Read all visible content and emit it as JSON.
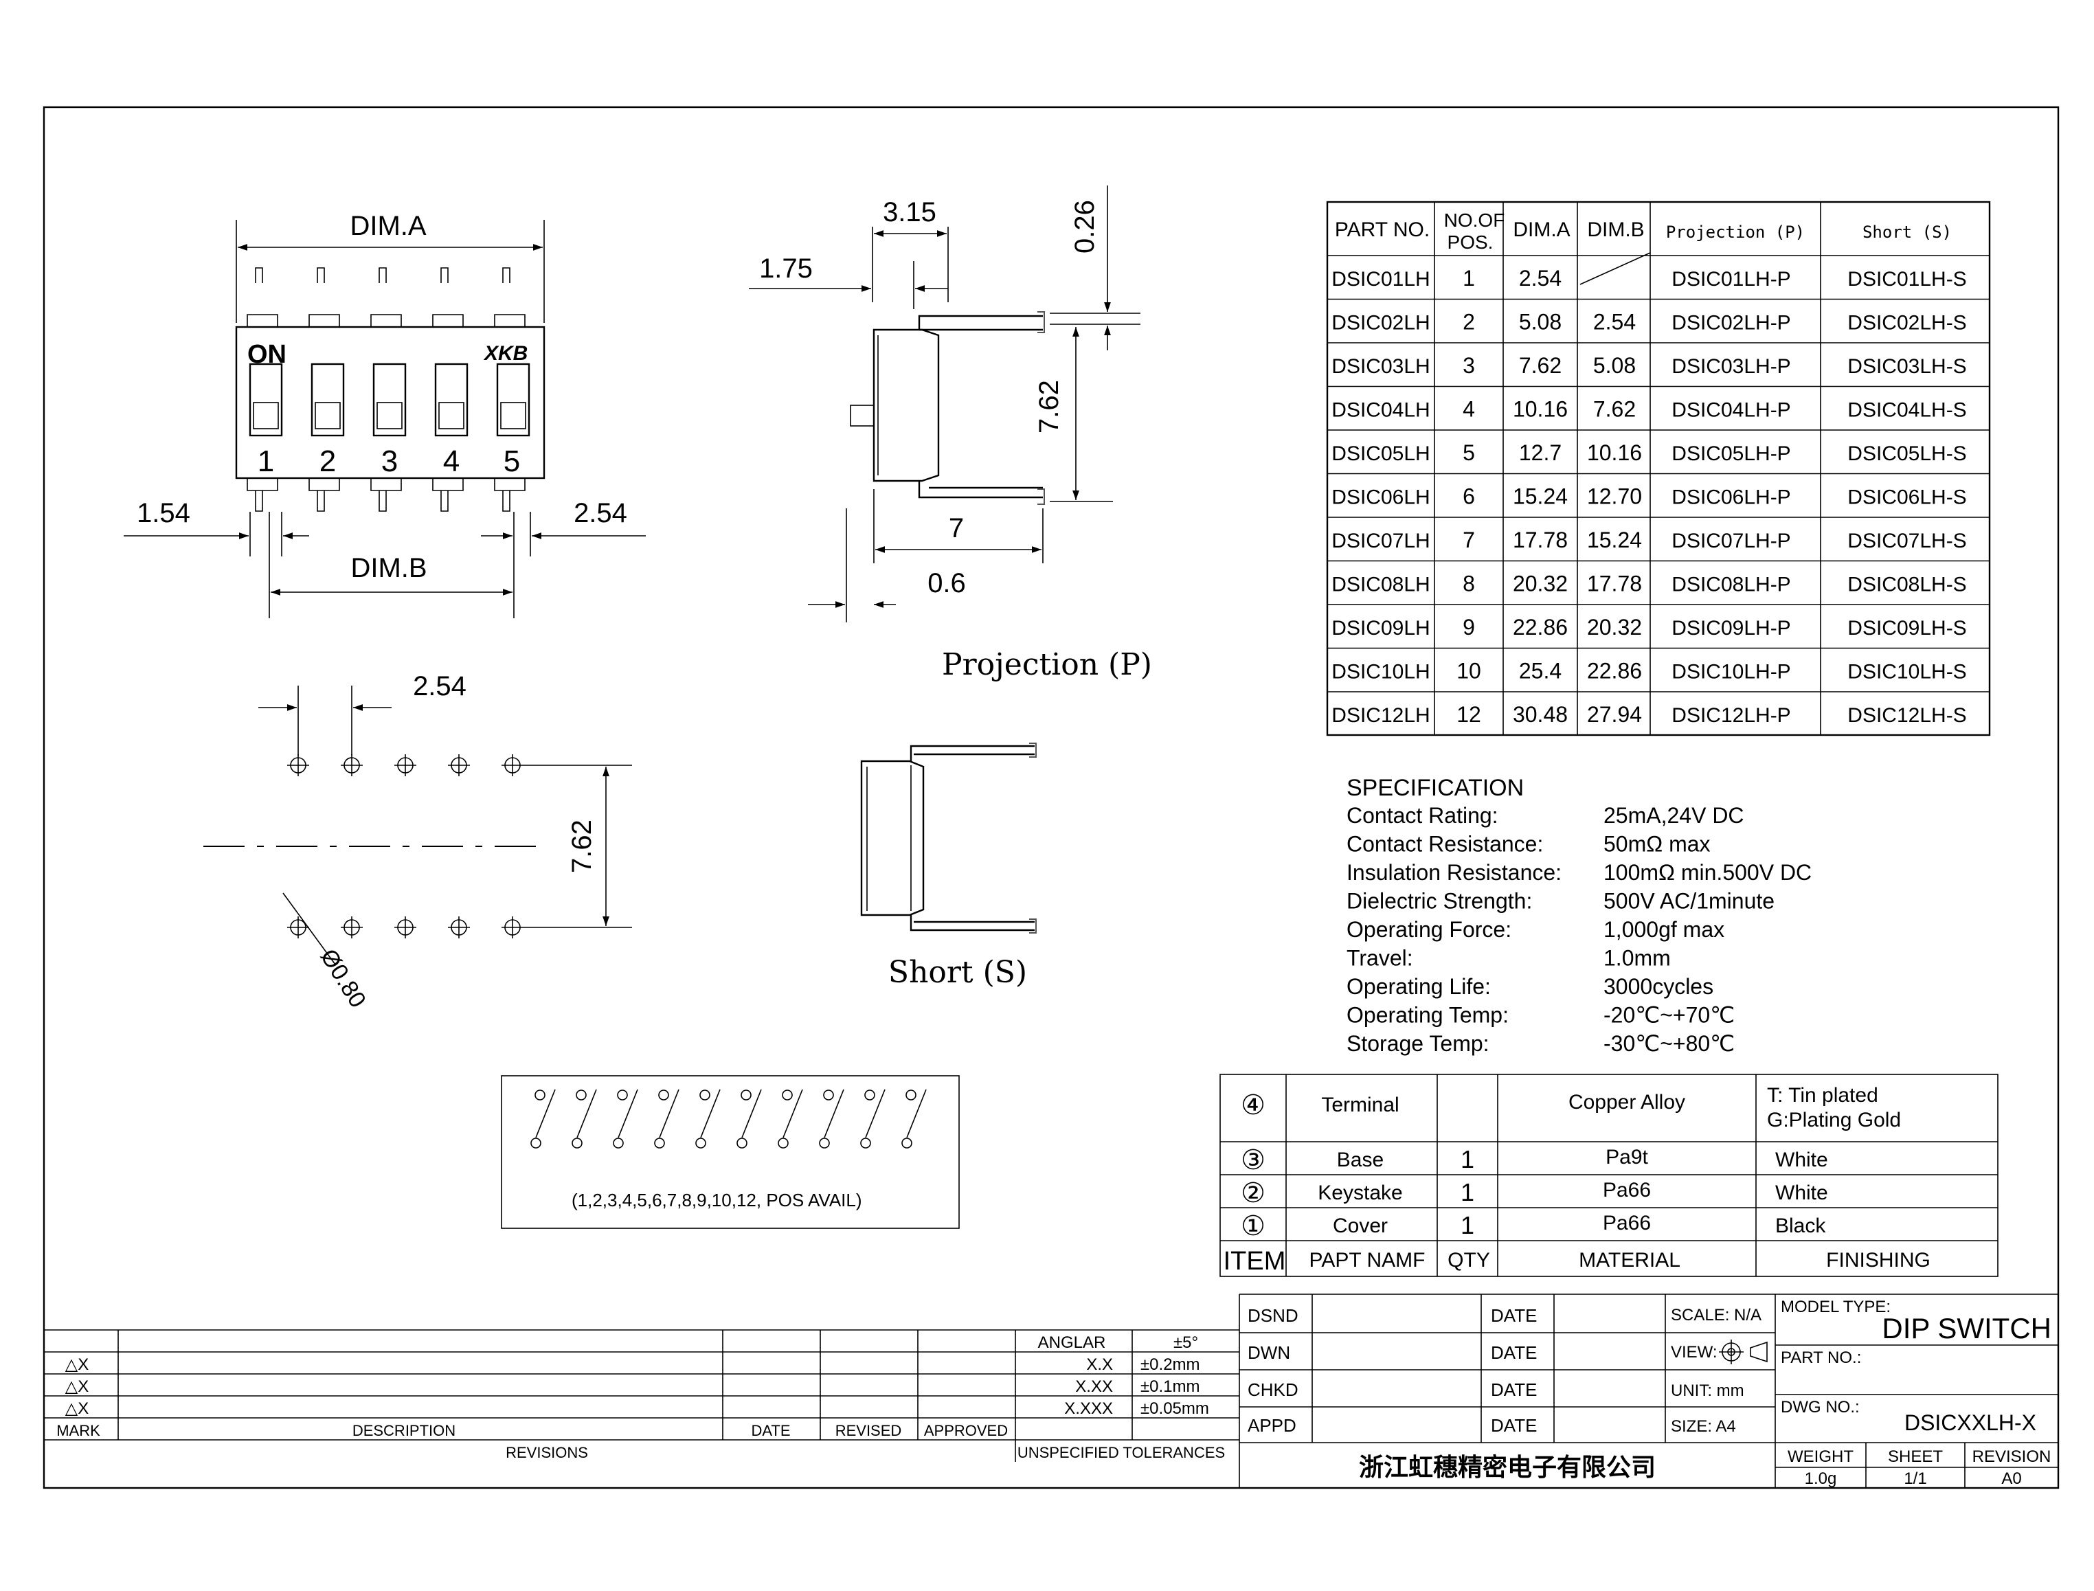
{
  "top_view": {
    "dim_a": "DIM.A",
    "dim_b": "DIM.B",
    "on_label": "ON",
    "brand": "XKB",
    "switch_numbers": [
      "1",
      "2",
      "3",
      "4",
      "5"
    ],
    "left_dim": "1.54",
    "right_dim": "2.54"
  },
  "pcb_view": {
    "pitch": "2.54",
    "row_spacing": "7.62",
    "hole": "Ø0.80"
  },
  "projection_view": {
    "dim_width": "3.15",
    "dim_offset": "1.75",
    "dim_thickness": "0.26",
    "dim_height": "7.62",
    "dim_length": "7",
    "dim_pin": "0.6",
    "title": "Projection (P)"
  },
  "short_view": {
    "title": "Short (S)"
  },
  "schematic": {
    "note": "(1,2,3,4,5,6,7,8,9,10,12, POS AVAIL)"
  },
  "part_table": {
    "headers": [
      "PART NO.",
      "NO.OF POS.",
      "DIM.A",
      "DIM.B",
      "Projection (P)",
      "Short (S)"
    ],
    "rows": [
      [
        "DSIC01LH",
        "1",
        "2.54",
        "",
        "DSIC01LH-P",
        "DSIC01LH-S"
      ],
      [
        "DSIC02LH",
        "2",
        "5.08",
        "2.54",
        "DSIC02LH-P",
        "DSIC02LH-S"
      ],
      [
        "DSIC03LH",
        "3",
        "7.62",
        "5.08",
        "DSIC03LH-P",
        "DSIC03LH-S"
      ],
      [
        "DSIC04LH",
        "4",
        "10.16",
        "7.62",
        "DSIC04LH-P",
        "DSIC04LH-S"
      ],
      [
        "DSIC05LH",
        "5",
        "12.7",
        "10.16",
        "DSIC05LH-P",
        "DSIC05LH-S"
      ],
      [
        "DSIC06LH",
        "6",
        "15.24",
        "12.70",
        "DSIC06LH-P",
        "DSIC06LH-S"
      ],
      [
        "DSIC07LH",
        "7",
        "17.78",
        "15.24",
        "DSIC07LH-P",
        "DSIC07LH-S"
      ],
      [
        "DSIC08LH",
        "8",
        "20.32",
        "17.78",
        "DSIC08LH-P",
        "DSIC08LH-S"
      ],
      [
        "DSIC09LH",
        "9",
        "22.86",
        "20.32",
        "DSIC09LH-P",
        "DSIC09LH-S"
      ],
      [
        "DSIC10LH",
        "10",
        "25.4",
        "22.86",
        "DSIC10LH-P",
        "DSIC10LH-S"
      ],
      [
        "DSIC12LH",
        "12",
        "30.48",
        "27.94",
        "DSIC12LH-P",
        "DSIC12LH-S"
      ]
    ]
  },
  "specification": {
    "title": "SPECIFICATION",
    "items": [
      [
        "Contact  Rating:",
        "25mA,24V DC"
      ],
      [
        "Contact  Resistance:",
        "50mΩ max"
      ],
      [
        "Insulation Resistance:",
        "100mΩ min.500V DC"
      ],
      [
        "Dielectric  Strength:",
        "500V AC/1minute"
      ],
      [
        "Operating Force:",
        "1,000gf max"
      ],
      [
        "Travel:",
        "1.0mm"
      ],
      [
        "Operating Life:",
        "3000cycles"
      ],
      [
        "Operating Temp:",
        "-20℃~+70℃"
      ],
      [
        "Storage Temp:",
        "-30℃~+80℃"
      ]
    ]
  },
  "bom": {
    "rows": [
      [
        "④",
        "Terminal",
        "",
        "Copper Alloy",
        "T: Tin plated",
        "G:Plating Gold"
      ],
      [
        "③",
        "Base",
        "1",
        "Pa9t",
        "White",
        ""
      ],
      [
        "②",
        "Keystake",
        "1",
        "Pa66",
        "White",
        ""
      ],
      [
        "①",
        "Cover",
        "1",
        "Pa66",
        "Black",
        ""
      ]
    ],
    "header": [
      "ITEM",
      "PAPT NAMF",
      "QTY",
      "MATERIAL",
      "FINISHING"
    ]
  },
  "revisions": {
    "marks": [
      "△X",
      "△X",
      "△X"
    ],
    "headers": [
      "MARK",
      "DESCRIPTION",
      "DATE",
      "REVISED",
      "APPROVED"
    ],
    "footer": "REVISIONS"
  },
  "tolerances": {
    "rows": [
      [
        "ANGLAR",
        "±5°"
      ],
      [
        "X.X",
        "±0.2mm"
      ],
      [
        "X.XX",
        "±0.1mm"
      ],
      [
        "X.XXX",
        "±0.05mm"
      ]
    ],
    "footer": "UNSPECIFIED TOLERANCES"
  },
  "title_block": {
    "roles": [
      "DSND",
      "DWN",
      "CHKD",
      "APPD"
    ],
    "date_label": "DATE",
    "scale": "SCALE: N/A",
    "view": "VIEW:",
    "unit": "UNIT: mm",
    "size": "SIZE: A4",
    "model_type_label": "MODEL TYPE:",
    "model_type": "DIP SWITCH",
    "part_no_label": "PART NO.:",
    "dwg_no_label": "DWG NO.:",
    "dwg_no": "DSICXXLH-X",
    "company": "浙江虹穗精密电子有限公司",
    "weight_label": "WEIGHT",
    "weight": "1.0g",
    "sheet_label": "SHEET",
    "sheet": "1/1",
    "revision_label": "REVISION",
    "revision": "A0"
  }
}
